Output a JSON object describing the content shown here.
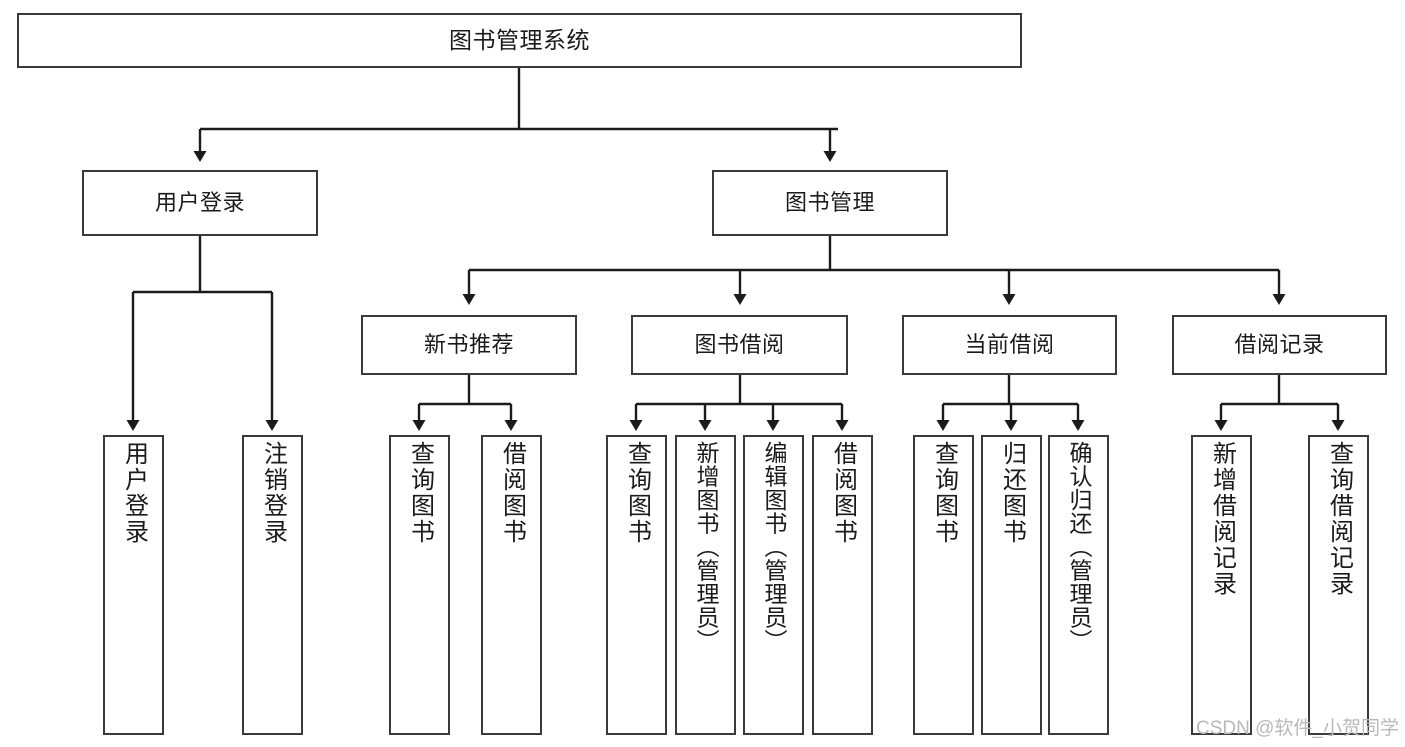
{
  "diagram": {
    "title": "图书管理系统",
    "type": "tree",
    "orientation": "top-down",
    "colors": {
      "box_border": "#3a3a3a",
      "box_fill": "#ffffff",
      "edge": "#1b1b1b",
      "background": "#ffffff",
      "watermark": "#b9b9b9"
    },
    "root": {
      "label": "图书管理系统"
    },
    "level2": [
      {
        "id": "user-login",
        "label": "用户登录"
      },
      {
        "id": "book-management",
        "label": "图书管理"
      }
    ],
    "level3": [
      {
        "id": "new-book-recommend",
        "label": "新书推荐",
        "parent": "book-management"
      },
      {
        "id": "book-borrow",
        "label": "图书借阅",
        "parent": "book-management"
      },
      {
        "id": "current-borrow",
        "label": "当前借阅",
        "parent": "book-management"
      },
      {
        "id": "borrow-record",
        "label": "借阅记录",
        "parent": "book-management"
      }
    ],
    "leaves": [
      {
        "id": "leaf-user-login",
        "label": "用户登录",
        "parent": "user-login"
      },
      {
        "id": "leaf-logout",
        "label": "注销登录",
        "parent": "user-login"
      },
      {
        "id": "leaf-query-book-1",
        "label": "查询图书",
        "parent": "new-book-recommend"
      },
      {
        "id": "leaf-borrow-book-1",
        "label": "借阅图书",
        "parent": "new-book-recommend"
      },
      {
        "id": "leaf-query-book-2",
        "label": "查询图书",
        "parent": "book-borrow"
      },
      {
        "id": "leaf-add-book",
        "label": "新增图书（管理员）",
        "parent": "book-borrow"
      },
      {
        "id": "leaf-edit-book",
        "label": "编辑图书（管理员）",
        "parent": "book-borrow"
      },
      {
        "id": "leaf-borrow-book-2",
        "label": "借阅图书",
        "parent": "book-borrow"
      },
      {
        "id": "leaf-query-book-3",
        "label": "查询图书",
        "parent": "current-borrow"
      },
      {
        "id": "leaf-return-book",
        "label": "归还图书",
        "parent": "current-borrow"
      },
      {
        "id": "leaf-confirm-return",
        "label": "确认归还（管理员）",
        "parent": "current-borrow"
      },
      {
        "id": "leaf-add-record",
        "label": "新增借阅记录",
        "parent": "borrow-record"
      },
      {
        "id": "leaf-query-record",
        "label": "查询借阅记录",
        "parent": "borrow-record"
      }
    ]
  },
  "watermark": {
    "text": "CSDN @软件_小贺同学"
  }
}
